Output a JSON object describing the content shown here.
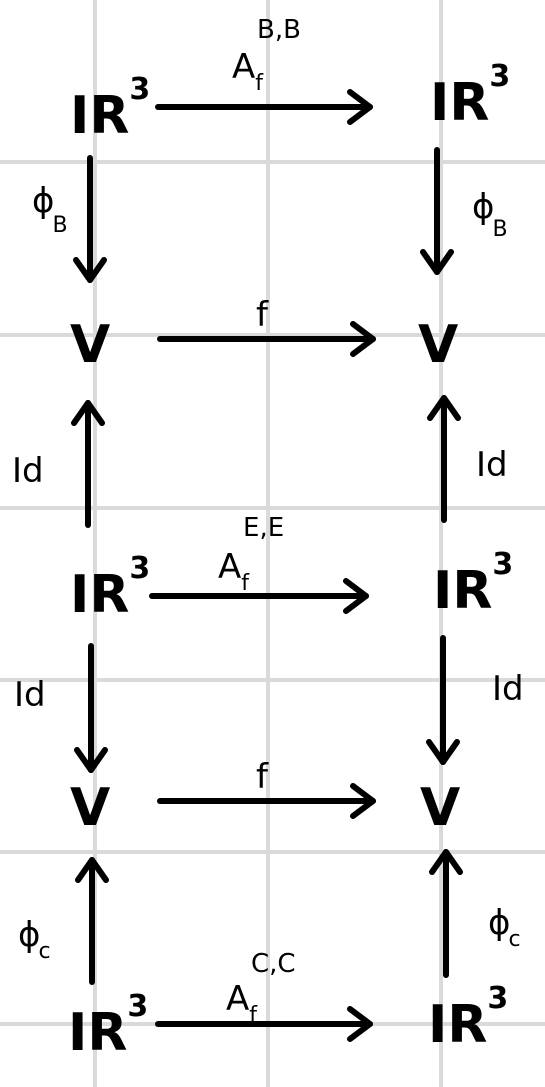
{
  "nodes": {
    "r3": "IR",
    "cube": "3",
    "v": "V"
  },
  "labels": {
    "row1_top": {
      "main": "A",
      "sub": "f",
      "sup": "B,B"
    },
    "row2_top": {
      "main": "f"
    },
    "row3_top": {
      "main": "A",
      "sub": "f",
      "sup": "E,E"
    },
    "row4_top": {
      "main": "f"
    },
    "row5_top": {
      "main": "A",
      "sub": "f",
      "sup": "C,C"
    },
    "phi_b": {
      "main": "ϕ",
      "sub": "B"
    },
    "phi_c": {
      "main": "ϕ",
      "sub": "c"
    },
    "id": "Id"
  }
}
